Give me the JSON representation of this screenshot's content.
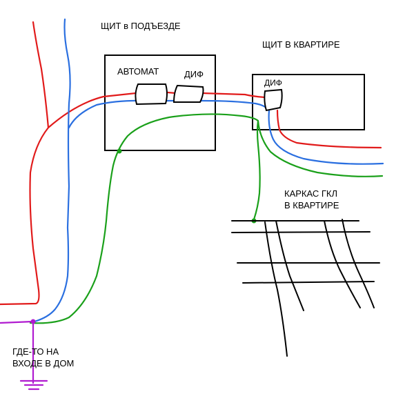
{
  "labels": {
    "panel_entrance": "ЩИТ в ПОДЪЕЗДЕ",
    "panel_apartment": "ЩИТ В КВАРТИРЕ",
    "breaker": "АВТОМАТ",
    "rcd_entrance": "ДИФ",
    "rcd_apartment": "ДИФ",
    "frame_line1": "КАРКАС ГКЛ",
    "frame_line2": "В КВАРТИРЕ",
    "entry_line1": "ГДЕ-ТО НА",
    "entry_line2": "ВХОДЕ В ДОМ"
  },
  "colors": {
    "phase": "#e11a1a",
    "neutral": "#2a6fe0",
    "ground": "#1aa01a",
    "pen": "#b01ad0",
    "ink": "#000000"
  }
}
